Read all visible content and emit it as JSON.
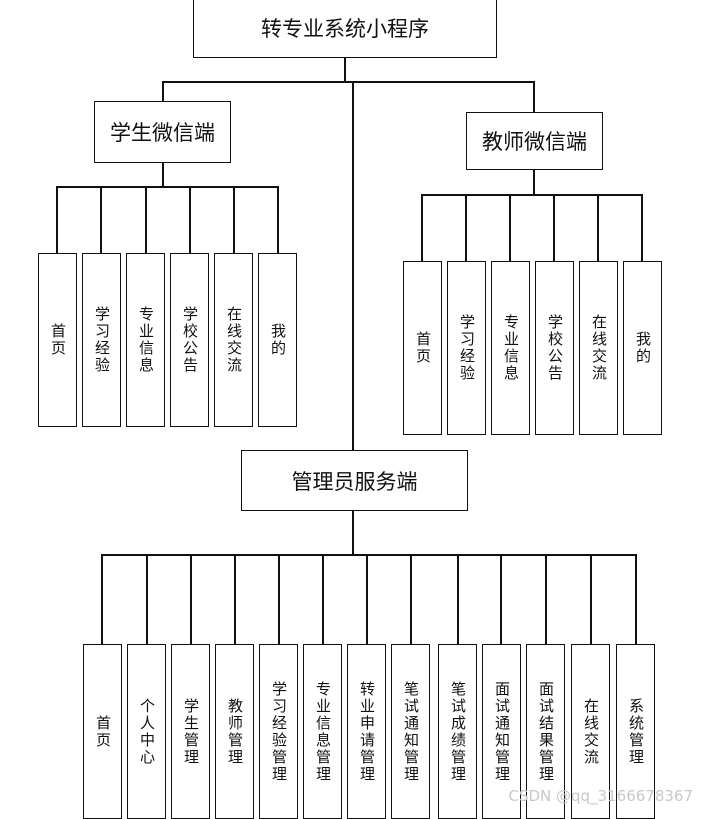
{
  "root": {
    "label": "转专业系统小程序"
  },
  "branches": [
    {
      "label": "学生微信端",
      "leaves": [
        "首页",
        "学习经验",
        "专业信息",
        "学校公告",
        "在线交流",
        "我的"
      ]
    },
    {
      "label": "教师微信端",
      "leaves": [
        "首页",
        "学习经验",
        "专业信息",
        "学校公告",
        "在线交流",
        "我的"
      ]
    },
    {
      "label": "管理员服务端",
      "leaves": [
        "首页",
        "个人中心",
        "学生管理",
        "教师管理",
        "学习经验管理",
        "专业信息管理",
        "转业申请管理",
        "笔试通知管理",
        "笔试成绩管理",
        "面试通知管理",
        "面试结果管理",
        "在线交流",
        "系统管理"
      ]
    }
  ],
  "watermark": "CSDN @qq_3166678367"
}
